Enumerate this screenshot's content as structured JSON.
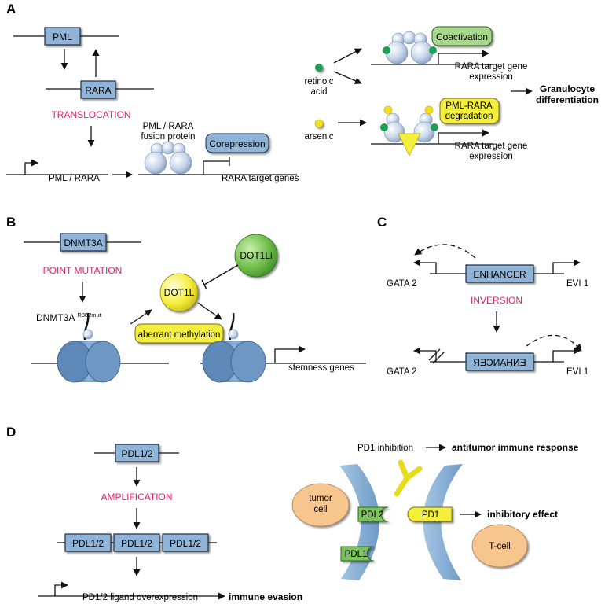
{
  "panels": {
    "a": {
      "letter": "A",
      "gene1": "PML",
      "gene2": "RARA",
      "event": "TRANSLOCATION",
      "fusion_gene": "PML / RARA",
      "fusion_protein_line1": "PML / RARA",
      "fusion_protein_line2": "fusion protein",
      "corepression": "Corepression",
      "target_genes": "RARA target genes",
      "retinoic_line1": "retinoic",
      "retinoic_line2": "acid",
      "arsenic": "arsenic",
      "coactivation": "Coactivation",
      "degradation_line1": "PML-RARA",
      "degradation_line2": "degradation",
      "expression_line1": "RARA target gene",
      "expression_line2": "expression",
      "outcome_line1": "Granulocyte",
      "outcome_line2": "differentiation"
    },
    "b": {
      "letter": "B",
      "gene": "DNMT3A",
      "event": "POINT MUTATION",
      "mutant": "DNMT3A",
      "mutant_superscript": "R882mut",
      "dot1l": "DOT1L",
      "dot1li": "DOT1Li",
      "aberrant": "aberrant methylation",
      "stemness": "stemness genes"
    },
    "c": {
      "letter": "C",
      "gata2": "GATA 2",
      "enhancer": "ENHANCER",
      "evi1": "EVI 1",
      "event": "INVERSION"
    },
    "d": {
      "letter": "D",
      "gene": "PDL1/2",
      "event": "AMPLIFICATION",
      "overexpression": "PD1/2 ligand overexpression",
      "evasion": "immune evasion",
      "pd1_inhibition": "PD1 inhibition",
      "antitumor": "antitumor immune response",
      "tumor_line1": "tumor",
      "tumor_line2": "cell",
      "pdl2": "PDL2",
      "pdl1": "PDL1",
      "pd1": "PD1",
      "inhibitory": "inhibitory effect",
      "tcell": "T-cell"
    }
  },
  "colors": {
    "box_blue": "#8fb4d8",
    "event_pink": "#e2236e",
    "green": "#7cc25b",
    "yellow": "#f2ec3a",
    "orange": "#f7c58e",
    "membrane": "#7aa6cf"
  }
}
